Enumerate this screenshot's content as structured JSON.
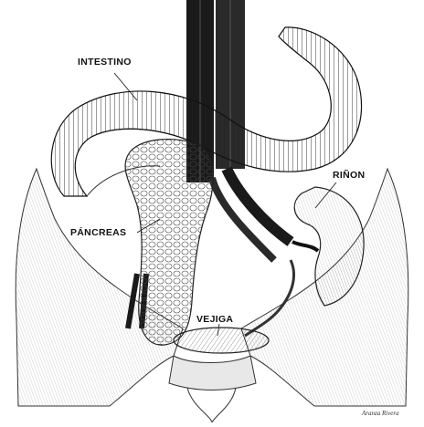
{
  "labels": {
    "intestino": "INTESTINO",
    "rinon": "RIÑON",
    "pancreas": "PÁNCREAS",
    "vejiga": "VEJIGA"
  },
  "signature": "Aranza Rivera",
  "colors": {
    "ink": "#111111",
    "paper": "#ffffff",
    "shade": "#cfcfcf"
  }
}
